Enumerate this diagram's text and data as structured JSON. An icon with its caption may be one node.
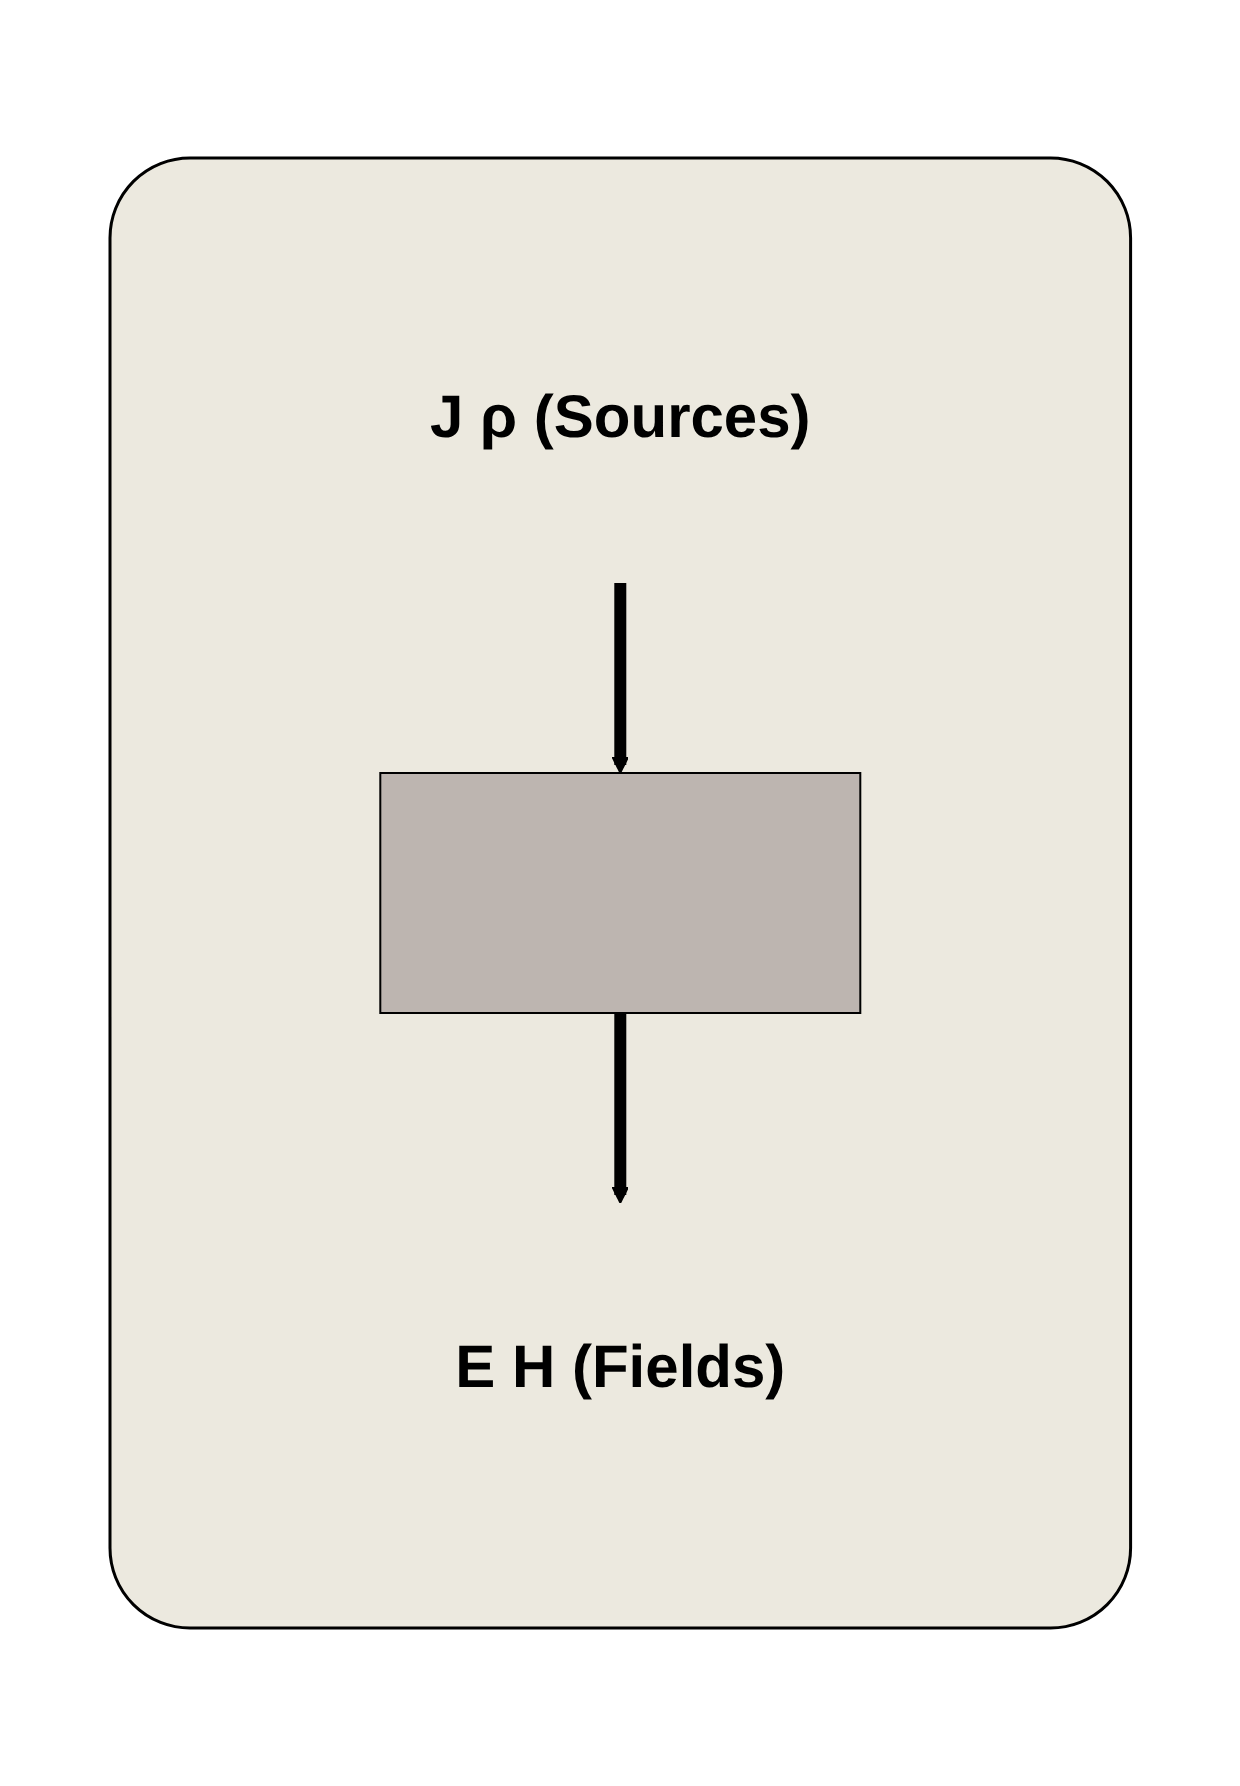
{
  "diagram": {
    "nodes": [
      {
        "text": [],
        "shape": "box"
      },
      {
        "text": [
          "J ρ (Sources)"
        ],
        "in": 0
      },
      {
        "text": [],
        "shape": "box",
        "in": 0
      },
      {
        "text": [
          "E H (Fields)"
        ],
        "in": 0
      }
    ],
    "edges": [
      {
        "from": 1,
        "to": 2,
        "arrow": "to"
      },
      {
        "from": 2,
        "to": 3,
        "arrow": "to"
      }
    ]
  }
}
